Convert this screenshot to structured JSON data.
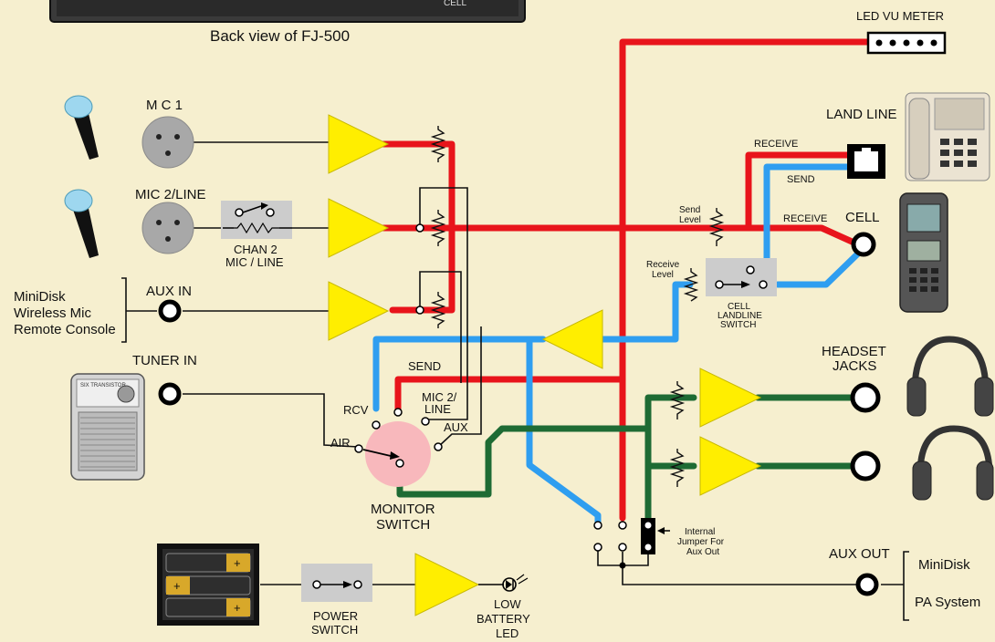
{
  "header": {
    "device_caption": "Back view of FJ-500",
    "device_label": "CELL"
  },
  "inputs": {
    "mic1": "M C 1",
    "mic2": "MIC 2/LINE",
    "chan2_line1": "CHAN 2",
    "chan2_line2": "MIC / LINE",
    "aux_in": "AUX IN",
    "aux_sources": [
      "MiniDisk",
      "Wireless Mic",
      "Remote Console"
    ],
    "tuner_in": "TUNER IN",
    "radio_label": "SIX TRANSISTOR"
  },
  "outputs": {
    "vu_meter": "LED VU METER",
    "land_line": "LAND LINE",
    "cell": "CELL",
    "receive_top": "RECEIVE",
    "send_top": "SEND",
    "receive_cell": "RECEIVE",
    "headset": [
      "HEADSET",
      "JACKS"
    ],
    "aux_out": "AUX OUT",
    "aux_out_targets": [
      "MiniDisk",
      "PA System"
    ]
  },
  "controls": {
    "send_level": [
      "Send",
      "Level"
    ],
    "receive_level": [
      "Receive",
      "Level"
    ],
    "cell_switch": [
      "CELL",
      "LANDLINE",
      "SWITCH"
    ],
    "monitor_switch": [
      "MONITOR",
      "SWITCH"
    ],
    "monitor_positions": {
      "rcv": "RCV",
      "send": "SEND",
      "mic2": [
        "MIC 2/",
        "LINE"
      ],
      "aux": "AUX",
      "air": "AIR"
    },
    "jumper": [
      "Internal",
      "Jumper For",
      "Aux Out"
    ],
    "power_switch": [
      "POWER",
      "SWITCH"
    ],
    "low_battery": [
      "LOW",
      "BATTERY",
      "LED"
    ]
  },
  "colors": {
    "red_path": "#e8141b",
    "blue_path": "#2f9ef0",
    "green_path": "#1e6b34",
    "amplifier": "#ffee00",
    "monitor_switch": "#f8b8bc",
    "background": "#f6efcf"
  }
}
